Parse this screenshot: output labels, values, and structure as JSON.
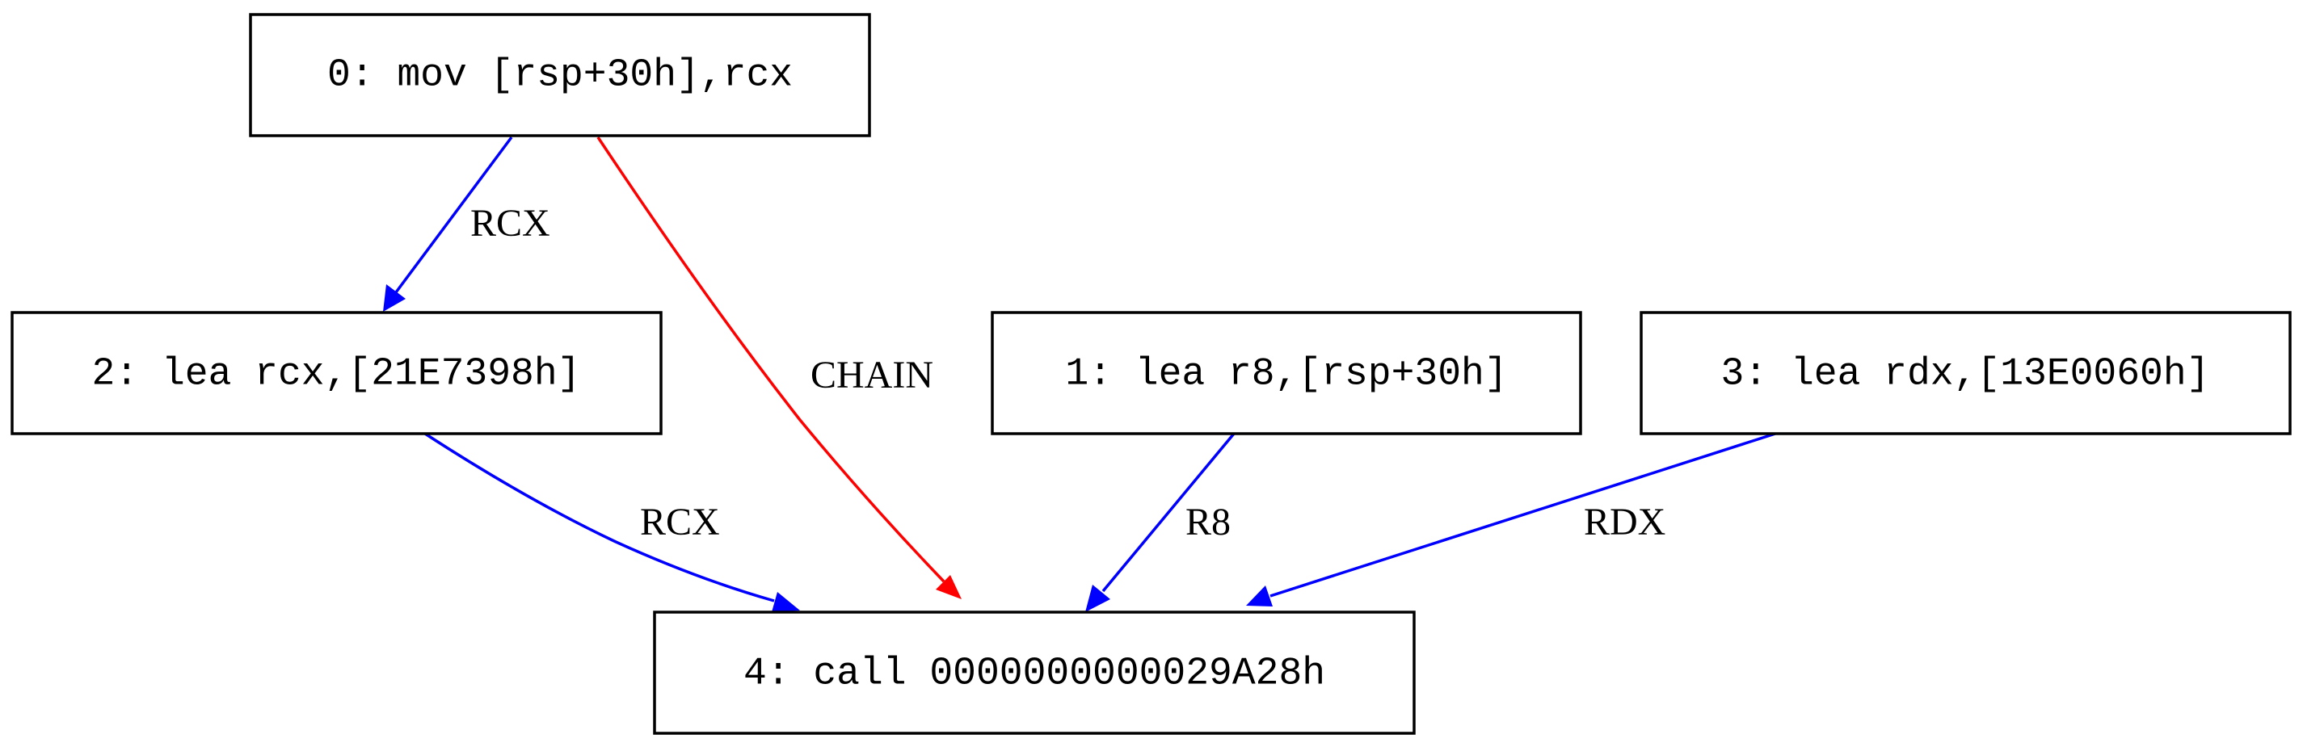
{
  "colors": {
    "data_edge": "#0000ff",
    "chain_edge": "#ff0000",
    "node_border": "#000000",
    "background": "#ffffff"
  },
  "nodes": [
    {
      "id": "n0",
      "label": "0: mov [rsp+30h],rcx"
    },
    {
      "id": "n2",
      "label": "2: lea rcx,[21E7398h]"
    },
    {
      "id": "n1",
      "label": "1: lea r8,[rsp+30h]"
    },
    {
      "id": "n3",
      "label": "3: lea rdx,[13E0060h]"
    },
    {
      "id": "n4",
      "label": "4: call 0000000000029A28h"
    }
  ],
  "edges": [
    {
      "id": "e0",
      "from": "n0",
      "to": "n2",
      "label": "RCX",
      "kind": "data"
    },
    {
      "id": "e1",
      "from": "n0",
      "to": "n4",
      "label": "CHAIN",
      "kind": "chain"
    },
    {
      "id": "e2",
      "from": "n2",
      "to": "n4",
      "label": "RCX",
      "kind": "data"
    },
    {
      "id": "e3",
      "from": "n1",
      "to": "n4",
      "label": "R8",
      "kind": "data"
    },
    {
      "id": "e4",
      "from": "n3",
      "to": "n4",
      "label": "RDX",
      "kind": "data"
    }
  ]
}
